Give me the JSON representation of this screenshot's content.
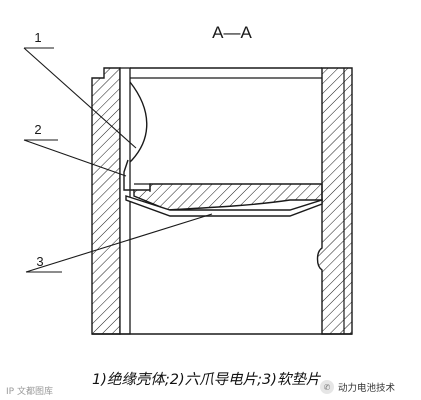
{
  "section_label": "A—A",
  "callouts": [
    {
      "id": "1",
      "label": "1"
    },
    {
      "id": "2",
      "label": "2"
    },
    {
      "id": "3",
      "label": "3"
    }
  ],
  "caption": "1)绝缘壳体;2)六爪导电片;3)软垫片",
  "watermark_left": "IP 文都图库",
  "watermark_right": "动力电池技术",
  "colors": {
    "line": "#1a1a1a",
    "hatch": "#1a1a1a",
    "background": "#ffffff"
  }
}
